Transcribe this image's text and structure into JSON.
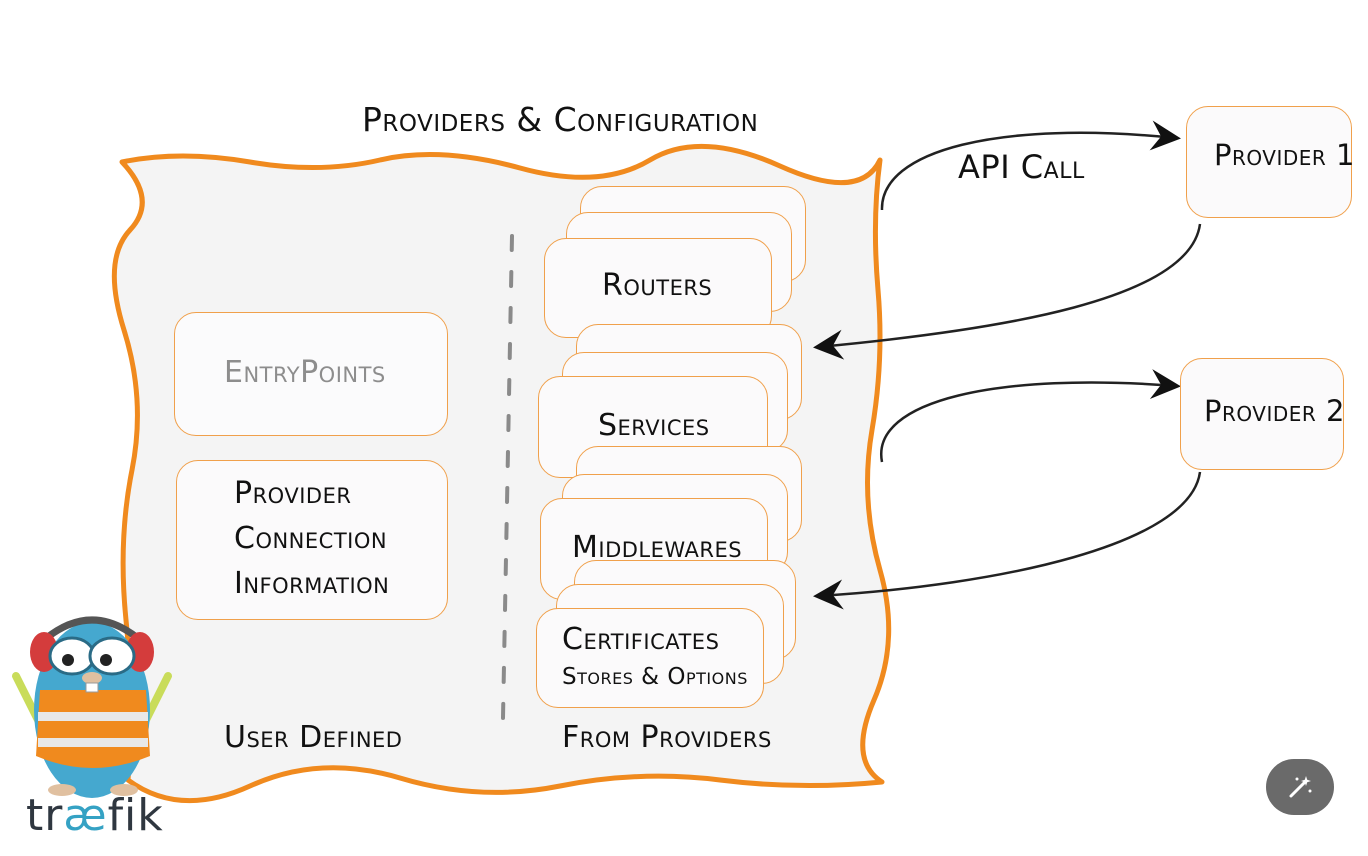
{
  "diagram": {
    "title": "Providers & Configuration",
    "api_label": "API Call",
    "entrypoints_label": "EntryPoints",
    "provider_info_lines": [
      "Provider",
      "Connection",
      "Information"
    ],
    "routers_label": "Routers",
    "services_label": "Services",
    "middlewares_label": "Middlewares",
    "certificates_label": "Certificates",
    "certificates_sub": "Stores & Options",
    "user_defined_label": "User Defined",
    "from_providers_label": "From Providers",
    "provider1_label": "Provider 1",
    "provider2_label": "Provider 2"
  },
  "logo": {
    "brand_prefix": "tr",
    "brand_ae": "æ",
    "brand_suffix": "fik"
  },
  "colors": {
    "accent_orange": "#f08a1e",
    "box_border": "#f0a04b",
    "panel_fill": "#f4f4f4",
    "button_bg": "#6a6a6a"
  },
  "icons": {
    "magic_button": "magic-wand-icon"
  }
}
